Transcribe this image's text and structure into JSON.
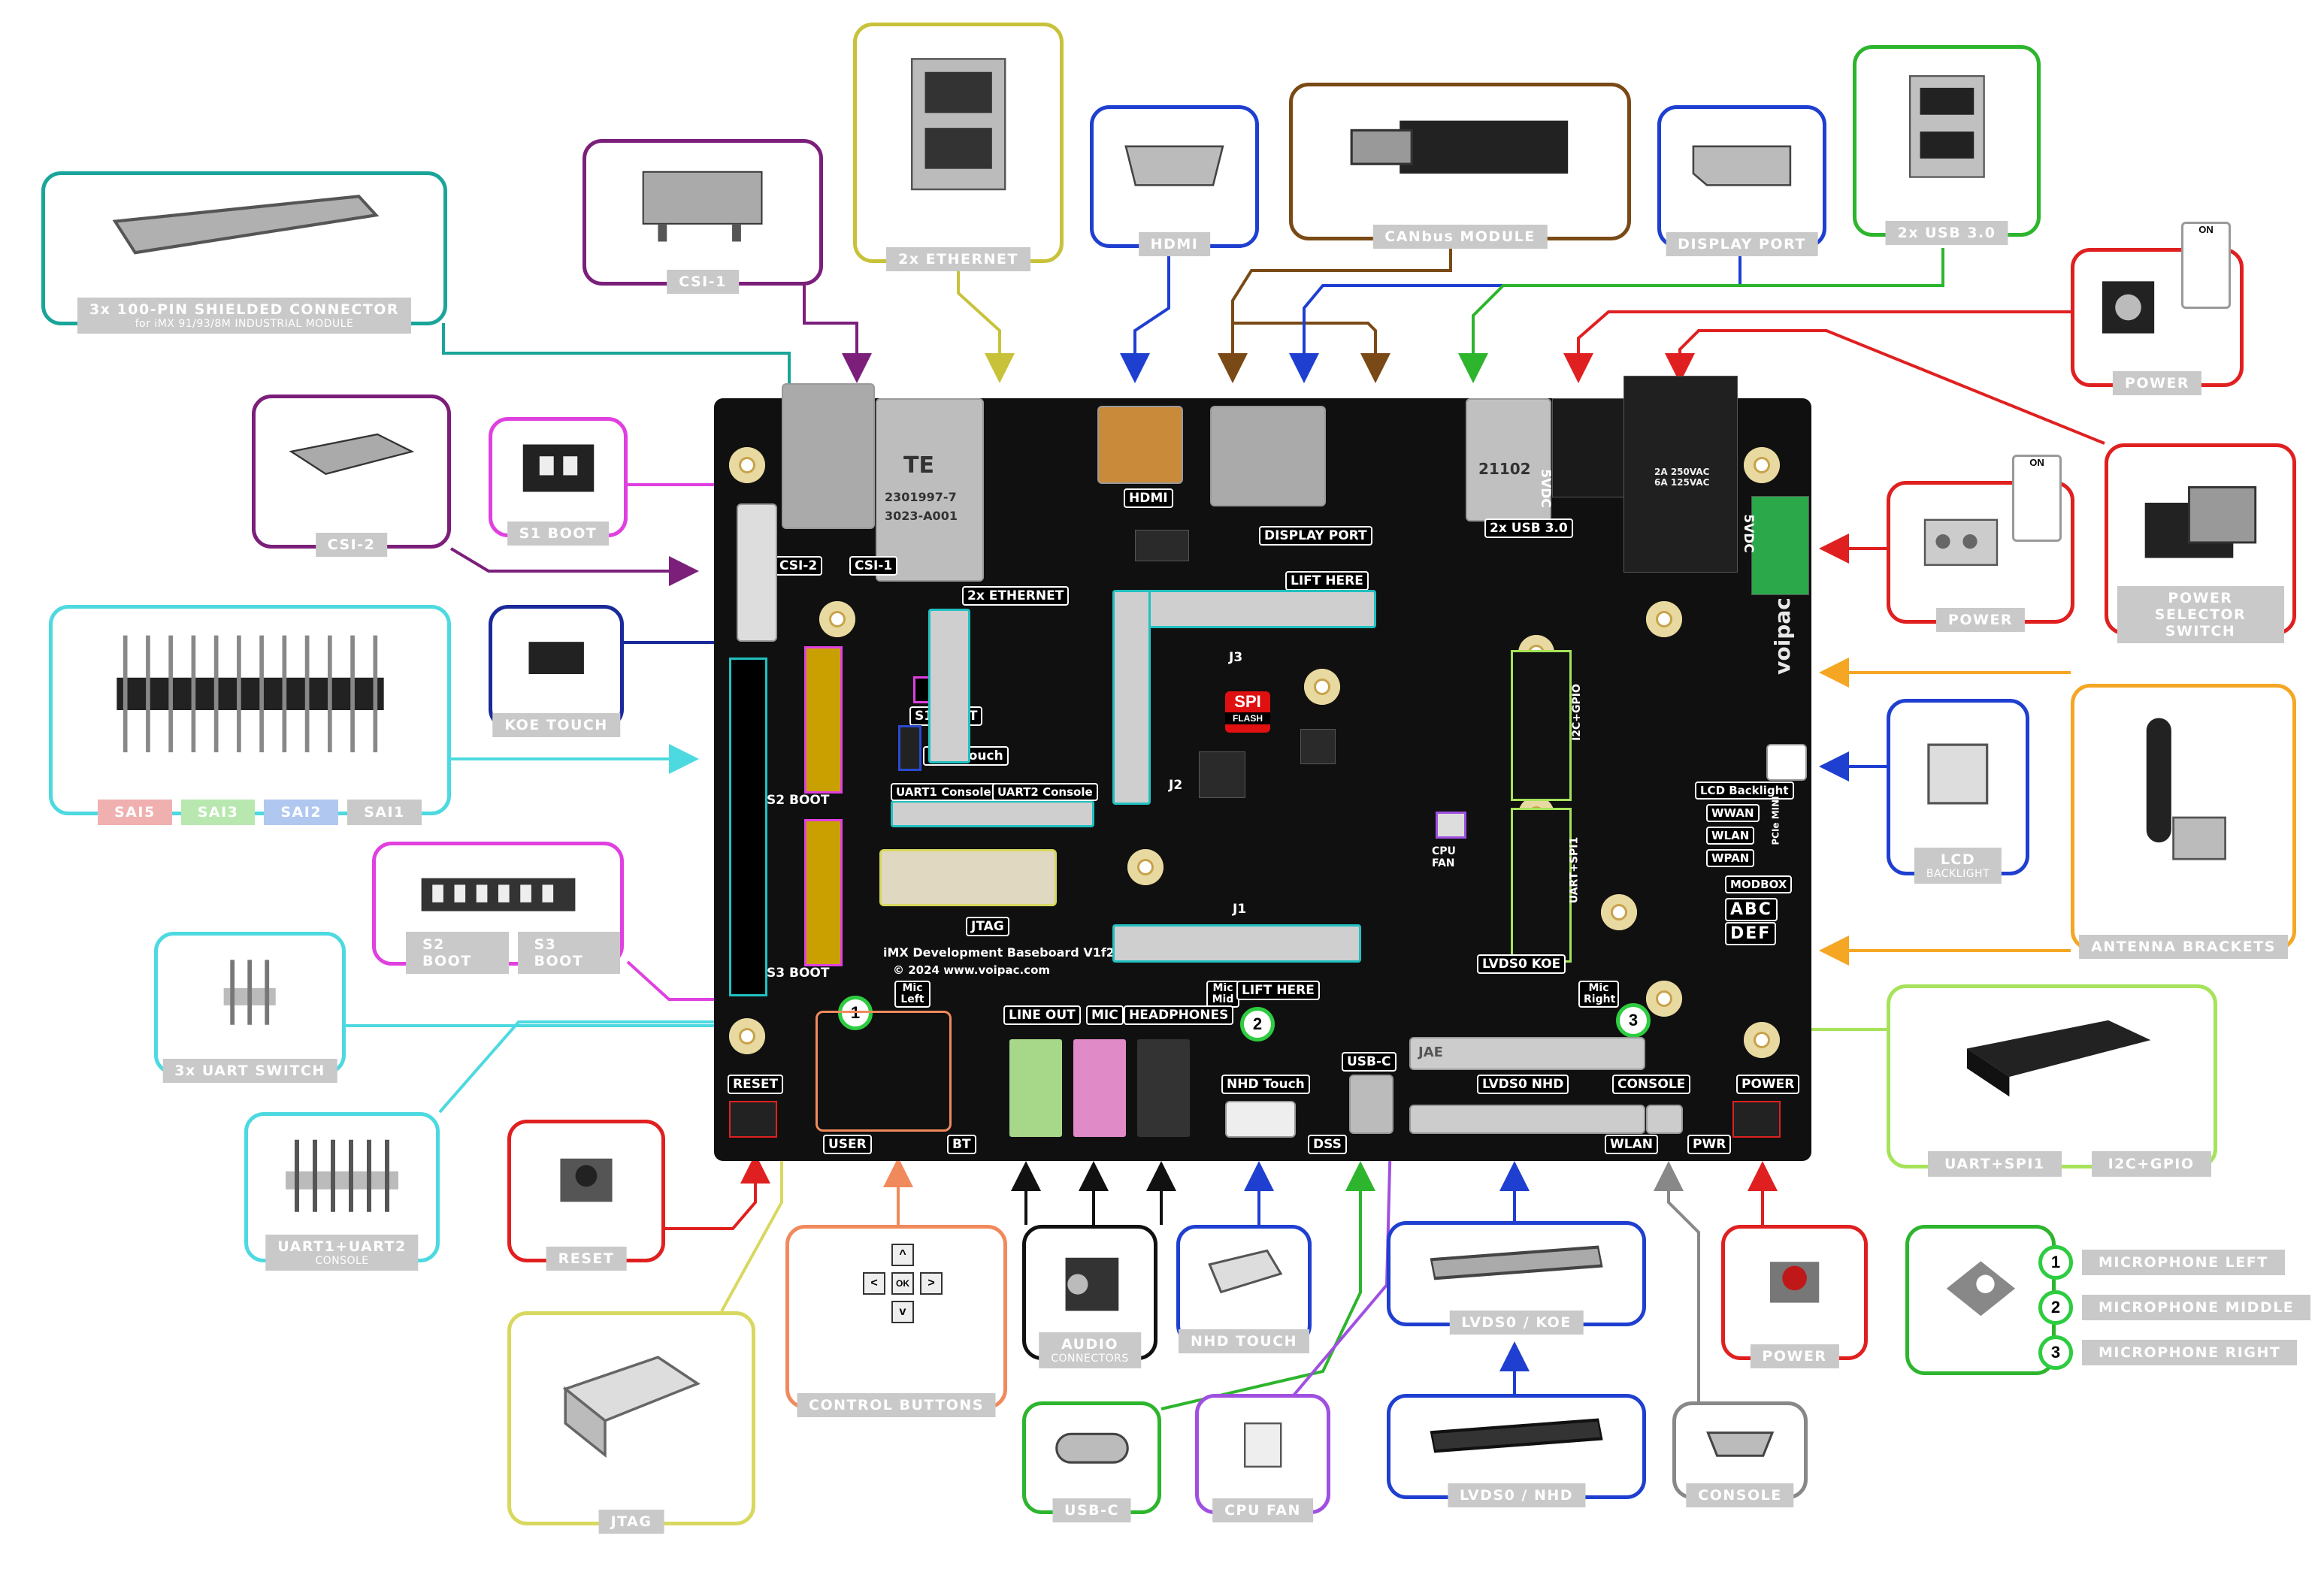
{
  "labels": {
    "pin100": "3x 100-PIN SHIELDED CONNECTOR",
    "pin100_sub": "for iMX 91/93/8M INDUSTRIAL MODULE",
    "csi1": "CSI-1",
    "ethernet": "2x ETHERNET",
    "hdmi": "HDMI",
    "canbus": "CANbus MODULE",
    "displayport": "DISPLAY PORT",
    "usb30": "2x USB 3.0",
    "power_top": "POWER",
    "csi2": "CSI-2",
    "s1boot": "S1 BOOT",
    "power_mid": "POWER",
    "power_selector": "POWER SELECTOR SWITCH",
    "koe_touch": "KOE TOUCH",
    "sai5": "SAI5",
    "sai3": "SAI3",
    "sai2": "SAI2",
    "sai1": "SAI1",
    "lcd": "LCD",
    "lcd_sub": "BACKLIGHT",
    "s2boot": "S2 BOOT",
    "s3boot": "S3 BOOT",
    "antenna": "ANTENNA BRACKETS",
    "uart_switch": "3x UART SWITCH",
    "uart1_uart2": "UART1+UART2",
    "uart_console": "CONSOLE",
    "uart_spi1": "UART+SPI1",
    "i2c_gpio": "I2C+GPIO",
    "reset": "RESET",
    "control_buttons": "CONTROL BUTTONS",
    "audio": "AUDIO",
    "audio_sub": "CONNECTORS",
    "nhd_touch": "NHD TOUCH",
    "lvds_koe": "LVDS0 / KOE",
    "power_bottom": "POWER",
    "jtag": "JTAG",
    "usbc": "USB-C",
    "cpu_fan": "CPU FAN",
    "lvds_nhd": "LVDS0 / NHD",
    "console": "CONSOLE",
    "switch_on": "ON",
    "btn_up": "^",
    "btn_left": "<",
    "btn_ok": "OK",
    "btn_right": ">",
    "btn_down": "v"
  },
  "legend": [
    {
      "num": "1",
      "text": "MICROPHONE LEFT"
    },
    {
      "num": "2",
      "text": "MICROPHONE MIDDLE"
    },
    {
      "num": "3",
      "text": "MICROPHONE RIGHT"
    }
  ],
  "board": {
    "csi2": "CSI-2",
    "csi1": "CSI-1",
    "ethernet": "2x ETHERNET",
    "hdmi": "HDMI",
    "displayport": "DISPLAY PORT",
    "lift_here_top": "LIFT HERE",
    "usb30": "2x USB 3.0",
    "vdc": "5VDC",
    "vdc2": "5VDC",
    "s1boot": "S1 BOOT",
    "koe_touch": "KOE Touch",
    "uart1": "UART1 Console",
    "uart2": "UART2 Console",
    "s2boot": "S2 BOOT",
    "s3boot": "S3 BOOT",
    "jtag": "JTAG",
    "title": "iMX Development Baseboard V1f2",
    "copyright": "© 2024 www.voipac.com",
    "j1": "J1",
    "j2": "J2",
    "j3": "J3",
    "spi": "SPI",
    "flash": "FLASH",
    "cpu_fan": "CPU FAN",
    "i2c_gpio": "I2C+GPIO",
    "uart_spi1": "UART+SPI1",
    "lvds_koe": "LVDS0 KOE",
    "lvds_nhd": "LVDS0 NHD",
    "lcd_backlight": "LCD Backlight",
    "wwan": "WWAN",
    "wlan": "WLAN",
    "wpan": "WPAN",
    "pcie_mini": "PCIe MINI",
    "modbox": "MODBOX",
    "abc": "ABC",
    "def": "DEF",
    "voipac": "voipac",
    "mic_left": "Mic Left",
    "mic_mid": "Mic Mid",
    "mic_right": "Mic Right",
    "lift_here_bottom": "LIFT HERE",
    "line_out": "LINE OUT",
    "mic": "MIC",
    "headphones": "HEADPHONES",
    "nhd_touch": "NHD Touch",
    "usbc": "USB-C",
    "dss": "DSS",
    "reset": "RESET",
    "user": "USER",
    "bt": "BT",
    "console": "CONSOLE",
    "power": "POWER",
    "wlan_bottom": "WLAN",
    "pwr": "PWR",
    "eth_part1": "2301997-7",
    "eth_part2": "3023-A001",
    "eth_logo": "TE",
    "usb_code": "21102",
    "rocker_text": "2A 250VAC 6A 125VAC",
    "jae": "JAE",
    "num1": "1",
    "num2": "2",
    "num3": "3"
  },
  "colors": {
    "teal": "#1aa59a",
    "purple": "#7b1f7b",
    "olive": "#c8c23a",
    "blue": "#1f3fd0",
    "brown": "#7a4a16",
    "green": "#2db52d",
    "red": "#e02020",
    "magenta": "#e040e0",
    "cyan": "#4dd9e0",
    "orange": "#f5a623",
    "lime": "#a6e35a",
    "dark_blue": "#1a2a9a",
    "yellow": "#d8d860",
    "salmon": "#f08a5d",
    "black": "#111111",
    "violet": "#a050e0",
    "gray": "#888888"
  }
}
